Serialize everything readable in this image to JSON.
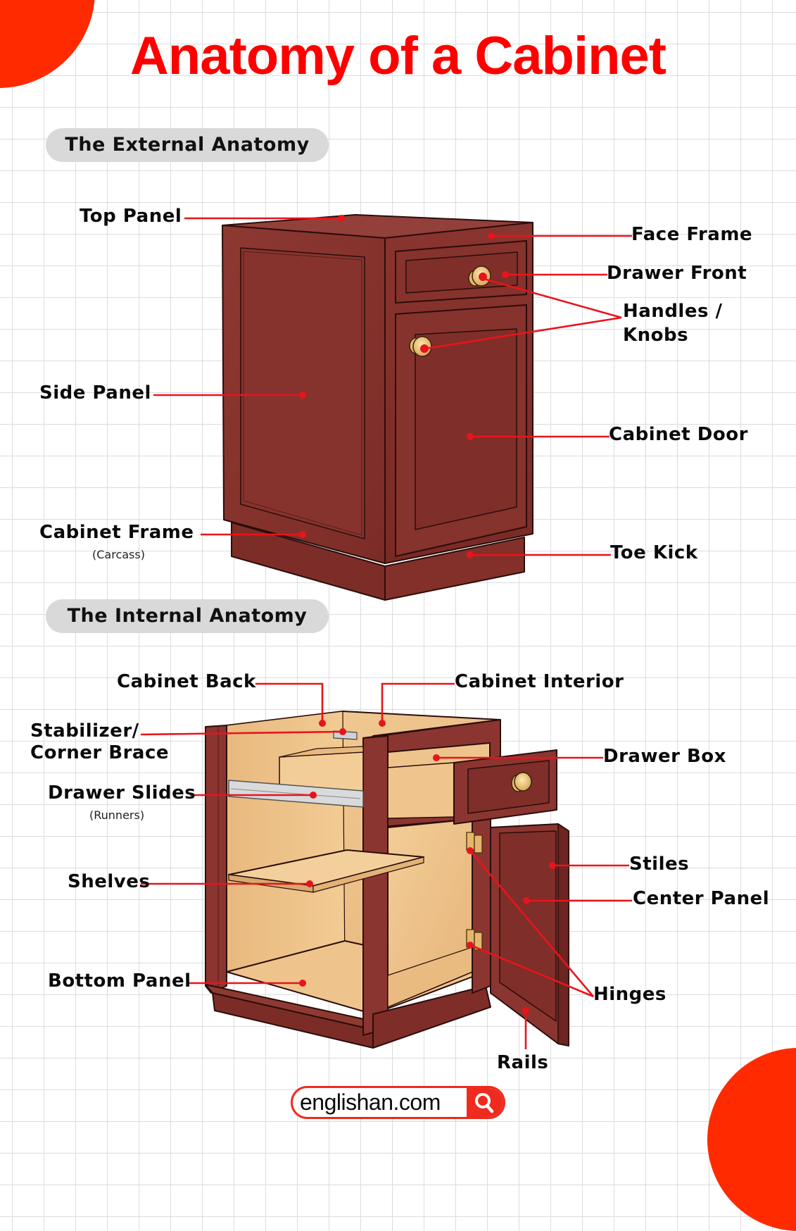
{
  "title": "Anatomy of a Cabinet",
  "colors": {
    "accent": "#ff0000",
    "corner_shape": "#ff2a00",
    "leader_line": "#e8141c",
    "cabinet_wood": "#8b3530",
    "interior_wood": "#f0c58d",
    "pill_bg": "#d9d9d9"
  },
  "sections": {
    "external": {
      "heading": "The External Anatomy",
      "labels": {
        "top_panel": "Top Panel",
        "face_frame": "Face Frame",
        "drawer_front": "Drawer Front",
        "handles_line1": "Handles /",
        "handles_line2": "Knobs",
        "side_panel": "Side Panel",
        "cabinet_door": "Cabinet Door",
        "cabinet_frame": "Cabinet Frame",
        "cabinet_frame_note": "(Carcass)",
        "toe_kick": "Toe Kick"
      }
    },
    "internal": {
      "heading": "The Internal Anatomy",
      "labels": {
        "cabinet_back": "Cabinet Back",
        "cabinet_interior": "Cabinet Interior",
        "stabilizer_line1": "Stabilizer/",
        "stabilizer_line2": "Corner Brace",
        "drawer_box": "Drawer Box",
        "drawer_slides": "Drawer Slides",
        "drawer_slides_note": "(Runners)",
        "shelves": "Shelves",
        "stiles": "Stiles",
        "center_panel": "Center Panel",
        "bottom_panel": "Bottom Panel",
        "hinges": "Hinges",
        "rails": "Rails"
      }
    }
  },
  "footer": {
    "site": "englishan.com",
    "icon": "search-icon"
  }
}
